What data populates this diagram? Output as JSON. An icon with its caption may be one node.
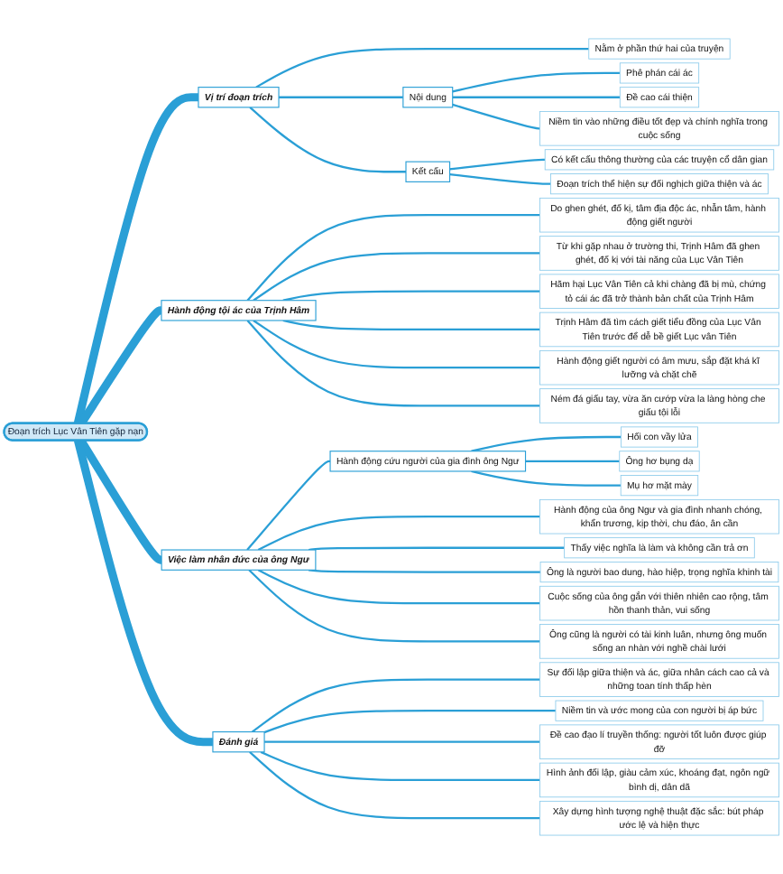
{
  "diagram": {
    "nodes": [
      {
        "text": [
          "Đoạn trích Lục Vân Tiên gặp nạn"
        ]
      },
      {
        "text": [
          "Vị trí đoạn trích"
        ]
      },
      {
        "text": [
          "Nằm ở phần thứ hai của truyện"
        ]
      },
      {
        "text": [
          "Nội dung"
        ]
      },
      {
        "text": [
          "Phê phán cái ác"
        ]
      },
      {
        "text": [
          "Đề cao cái thiện"
        ]
      },
      {
        "text": [
          "Niềm tin vào những điều tốt đẹp và chính nghĩa trong cuộc sống"
        ]
      },
      {
        "text": [
          "Kết cấu"
        ]
      },
      {
        "text": [
          "Có kết cấu thông thường của các truyện cổ dân gian"
        ]
      },
      {
        "text": [
          "Đoạn trích thể hiện sự đối nghịch giữa thiện và ác"
        ]
      },
      {
        "text": [
          "Hành động tội ác của Trịnh Hâm"
        ]
      },
      {
        "text": [
          "Do ghen ghét, đố kị, tâm địa độc ác, nhẫn tâm, hành động giết người"
        ]
      },
      {
        "text": [
          "Từ khi gặp nhau ở trường thi, Trịnh Hâm đã ghen ghét, đố kị với tài năng của Lục Vân Tiên"
        ]
      },
      {
        "text": [
          "Hãm hại Lục Vân Tiên cả khi chàng đã bị mù, chứng tỏ cái ác đã trở thành bản chất của Trịnh Hâm"
        ]
      },
      {
        "text": [
          "Trịnh Hâm đã tìm cách giết tiểu đồng của Lục Vân Tiên trước để dễ bề giết Lục vân Tiên"
        ]
      },
      {
        "text": [
          "Hành động giết người có âm mưu, sắp đặt khá kĩ lưỡng và chặt chẽ"
        ]
      },
      {
        "text": [
          "Ném đá giấu tay, vừa ăn cướp vừa la làng hòng che giấu tội lỗi"
        ]
      },
      {
        "text": [
          "Việc làm nhân đức của ông Ngư"
        ]
      },
      {
        "text": [
          "Hành động cứu người của gia đình ông Ngư"
        ]
      },
      {
        "text": [
          "Hối con vầy lửa"
        ]
      },
      {
        "text": [
          "Ông hơ bụng dạ"
        ]
      },
      {
        "text": [
          "Mụ hơ mặt mày"
        ]
      },
      {
        "text": [
          "Hành động của ông Ngư và gia đình nhanh chóng, khẩn trương, kịp thời, chu đáo, ân cần"
        ]
      },
      {
        "text": [
          "Thấy việc nghĩa là làm và không cần trả ơn"
        ]
      },
      {
        "text": [
          "Ông là người bao dung, hào hiệp, trọng nghĩa khinh tài"
        ]
      },
      {
        "text": [
          "Cuộc sống của ông gắn với thiên nhiên cao rộng, tâm hồn thanh thản, vui sống"
        ]
      },
      {
        "text": [
          "Ông cũng là người có tài kinh luân, nhưng ông muốn sống an nhàn với nghề chài lưới"
        ]
      },
      {
        "text": [
          "Đánh giá"
        ]
      },
      {
        "text": [
          "Sự đối lập giữa thiện và ác, giữa nhân cách cao cả và những toan tính thấp hèn"
        ]
      },
      {
        "text": [
          "Niềm tin và ước mong của con người bị áp bức"
        ]
      },
      {
        "text": [
          "Đề cao đạo lí truyền thống: người tốt luôn được giúp đỡ"
        ]
      },
      {
        "text": [
          "Hình ảnh đối lập, giàu cảm xúc, khoáng đạt, ngôn ngữ bình dị, dân dã"
        ]
      },
      {
        "text": [
          "Xây dựng hình tượng nghệ thuật đặc sắc: bút pháp ước lệ và hiện thực"
        ]
      }
    ],
    "edges": [
      {
        "from": 0,
        "to": 1,
        "arrow": "none",
        "style": "thick"
      },
      {
        "from": 1,
        "to": 2,
        "arrow": "none"
      },
      {
        "from": 1,
        "to": 3,
        "arrow": "none"
      },
      {
        "from": 3,
        "to": 4,
        "arrow": "none"
      },
      {
        "from": 3,
        "to": 5,
        "arrow": "none"
      },
      {
        "from": 3,
        "to": 6,
        "arrow": "none"
      },
      {
        "from": 1,
        "to": 7,
        "arrow": "none"
      },
      {
        "from": 7,
        "to": 8,
        "arrow": "none"
      },
      {
        "from": 7,
        "to": 9,
        "arrow": "none"
      },
      {
        "from": 0,
        "to": 10,
        "arrow": "none",
        "style": "thick"
      },
      {
        "from": 10,
        "to": 11,
        "arrow": "none"
      },
      {
        "from": 10,
        "to": 12,
        "arrow": "none"
      },
      {
        "from": 10,
        "to": 13,
        "arrow": "none"
      },
      {
        "from": 10,
        "to": 14,
        "arrow": "none"
      },
      {
        "from": 10,
        "to": 15,
        "arrow": "none"
      },
      {
        "from": 10,
        "to": 16,
        "arrow": "none"
      },
      {
        "from": 0,
        "to": 17,
        "arrow": "none",
        "style": "thick"
      },
      {
        "from": 17,
        "to": 18,
        "arrow": "none"
      },
      {
        "from": 18,
        "to": 19,
        "arrow": "none"
      },
      {
        "from": 18,
        "to": 20,
        "arrow": "none"
      },
      {
        "from": 18,
        "to": 21,
        "arrow": "none"
      },
      {
        "from": 17,
        "to": 22,
        "arrow": "none"
      },
      {
        "from": 17,
        "to": 23,
        "arrow": "none"
      },
      {
        "from": 17,
        "to": 24,
        "arrow": "none"
      },
      {
        "from": 17,
        "to": 25,
        "arrow": "none"
      },
      {
        "from": 17,
        "to": 26,
        "arrow": "none"
      },
      {
        "from": 0,
        "to": 27,
        "arrow": "none",
        "style": "thick"
      },
      {
        "from": 27,
        "to": 28,
        "arrow": "none"
      },
      {
        "from": 27,
        "to": 29,
        "arrow": "none"
      },
      {
        "from": 27,
        "to": 30,
        "arrow": "none"
      },
      {
        "from": 27,
        "to": 31,
        "arrow": "none"
      },
      {
        "from": 27,
        "to": 32,
        "arrow": "none"
      }
    ]
  }
}
